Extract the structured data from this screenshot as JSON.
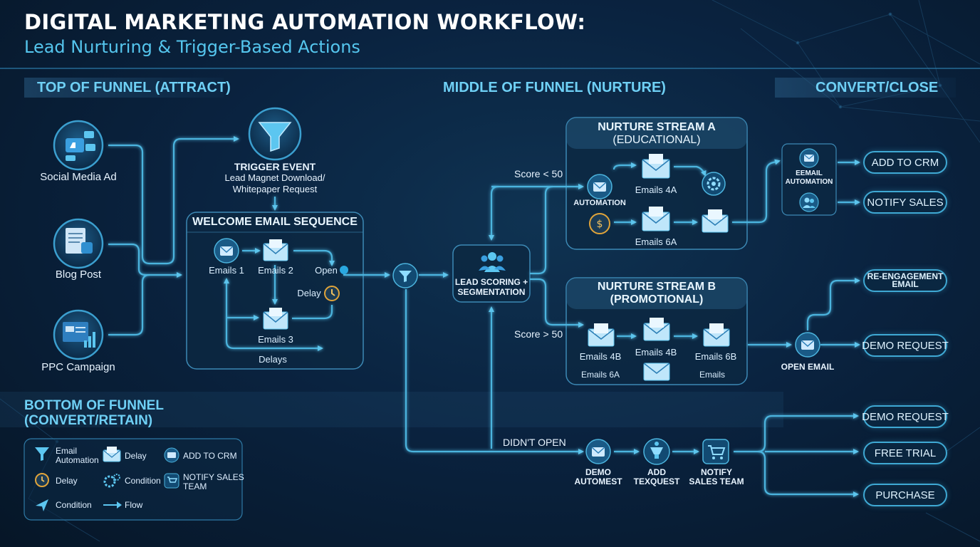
{
  "header": {
    "title": "DIGITAL MARKETING AUTOMATION WORKFLOW:",
    "subtitle": "Lead Nurturing & Trigger-Based Actions"
  },
  "sections": {
    "top": "TOP OF FUNNEL (ATTRACT)",
    "middle": "MIDDLE OF FUNNEL (NURTURE)",
    "convert": "CONVERT/CLOSE",
    "bottom_line1": "BOTTOM OF FUNNEL",
    "bottom_line2": "(CONVERT/RETAIN)"
  },
  "sources": [
    "Social Media Ad",
    "Blog Post",
    "PPC Campaign"
  ],
  "trigger": {
    "title": "TRIGGER EVENT",
    "line1": "Lead Magnet Download/",
    "line2": "Whitepaper Request"
  },
  "welcome": {
    "title": "WELCOME EMAIL SEQUENCE",
    "emails1": "Emails 1",
    "emails2": "Emails 2",
    "emails3": "Emails 3",
    "open": "Open",
    "delay": "Delay",
    "delays": "Delays"
  },
  "lead_scoring": {
    "line1": "LEAD SCORING +",
    "line2": "SEGMENTATION"
  },
  "scores": {
    "low": "Score < 50",
    "high": "Score > 50"
  },
  "stream_a": {
    "title1": "NURTURE STREAM A",
    "title2": "(EDUCATIONAL)",
    "automation": "AUTOMATION",
    "emails4a": "Emails 4A",
    "emails6a": "Emails 6A"
  },
  "stream_b": {
    "title1": "NURTURE STREAM B",
    "title2": "(PROMOTIONAL)",
    "emails4b_1": "Emails 4B",
    "emails4b_2": "Emails 4B",
    "emails6b": "Emails 6B",
    "emails6a": "Emails 6A",
    "emails": "Emails"
  },
  "email_automation": {
    "line1": "EEMAIL",
    "line2": "AUTOMATION"
  },
  "convert_pills": {
    "add_to_crm": "ADD TO CRM",
    "notify_sales": "NOTIFY SALES",
    "reengage1": "RE-ENGAGEMENT",
    "reengage2": "EMAIL",
    "demo_request": "DEMO REQUEST"
  },
  "open_email": "OPEN EMAIL",
  "didnt_open": "DIDN'T OPEN",
  "bottom_flow": {
    "demo1": "DEMO",
    "demo2": "AUTOMEST",
    "add1": "ADD",
    "add2": "TEXQUEST",
    "notify1": "NOTIFY",
    "notify2": "SALES TEAM"
  },
  "outcomes": [
    "DEMO REQUEST",
    "FREE TRIAL",
    "PURCHASE"
  ],
  "legend": {
    "email_automation1": "Email",
    "email_automation2": "Automation",
    "delay1": "Delay",
    "add_to_crm": "ADD TO CRM",
    "delay2": "Delay",
    "condition1": "Condition",
    "notify1": "NOTIFY SALES",
    "notify2": "TEAM",
    "condition2": "Condition",
    "flow": "Flow"
  },
  "colors": {
    "background": "#0a2340",
    "accent": "#3fa9d4",
    "heading": "#6fd0f5",
    "connector": "#4cb4de"
  }
}
